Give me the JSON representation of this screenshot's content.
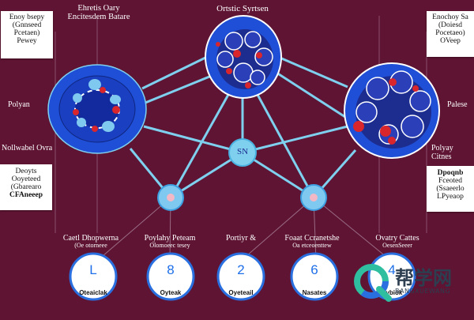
{
  "colors": {
    "background": "#5e1432",
    "connector": "#7fd0ef",
    "cell_dark": "#1c2c8f",
    "cell_blue": "#1f4fd6",
    "cell_mid": "#2a3fb8",
    "organelle_red": "#d8262c",
    "node_light": "#7fc9f0",
    "node_pink": "#f2b8c6",
    "bubble_fill": "#ffffff",
    "bubble_ring": "#2a6fe0",
    "bubble_text": "#1f6fe8"
  },
  "diagram": {
    "top_title": "Ortstic Syrtsen",
    "center_node": "SN",
    "left_side_labels": [
      "Polyan",
      "Nollwabel Ovra"
    ],
    "right_side_labels": [
      "Palese",
      "Polyay Citnes"
    ],
    "top_left_heading": [
      "Ehretis Oary",
      "Encitesdem Batare"
    ],
    "top_left_card": [
      "Enoy bsepy",
      "(Gnnseed",
      "Pcetaen)",
      "Pewey"
    ],
    "top_right_card": [
      "Enochoy Sa",
      "(Doiesd",
      "Pocetaeo)",
      "OVeep"
    ],
    "mid_left_card": [
      "Deoyts",
      "Ooyeteed",
      "(Gbarearo",
      "CFAneeep"
    ],
    "mid_right_card": [
      "Dpoqnb",
      "Fceoted",
      "(Ssaeerlo",
      "LPyeaop"
    ],
    "bottom_labels": [
      {
        "title": "Caetl Dhopwerna",
        "sub": "(Oe otorneee"
      },
      {
        "title": "Poylahy Peteam",
        "sub": "Olomoeec tesey"
      },
      {
        "title": "Portiyr &",
        "sub": ""
      },
      {
        "title": "Foaat Ccranetshe",
        "sub": "Oa etceoenttew"
      },
      {
        "title": "Ovatry Cattes",
        "sub": "OesenSeeer"
      }
    ],
    "bottom_bubbles": [
      {
        "symbol": "L",
        "caption": "Oteaiclak"
      },
      {
        "symbol": "8",
        "caption": "Oyteak"
      },
      {
        "symbol": "2",
        "caption": "Oyeteail"
      },
      {
        "symbol": "6",
        "caption": "Nasates"
      },
      {
        "symbol": "4",
        "caption": "Dybiok"
      }
    ],
    "watermark": {
      "cn": "帮学网",
      "en": "BANGXUEWANG"
    }
  }
}
